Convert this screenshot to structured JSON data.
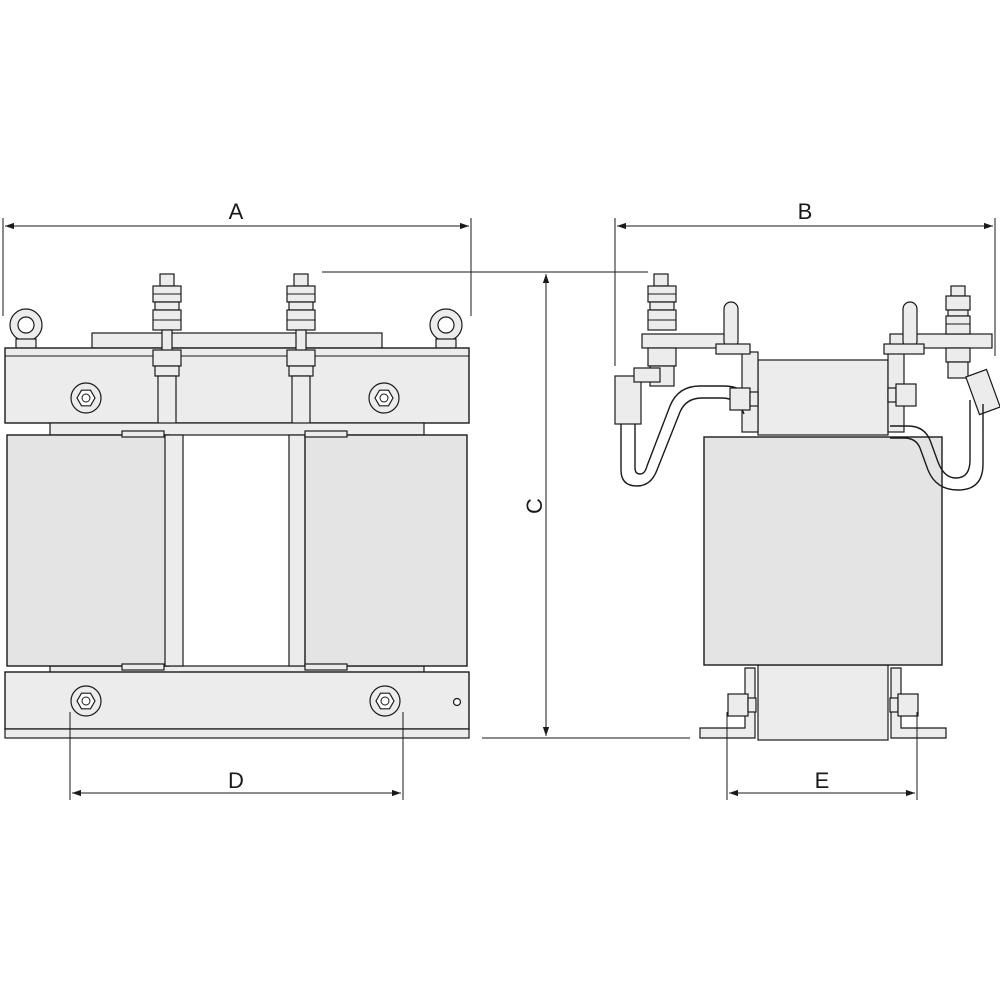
{
  "dimension_labels": {
    "a": "A",
    "b": "B",
    "c": "C",
    "d": "D",
    "e": "E"
  }
}
